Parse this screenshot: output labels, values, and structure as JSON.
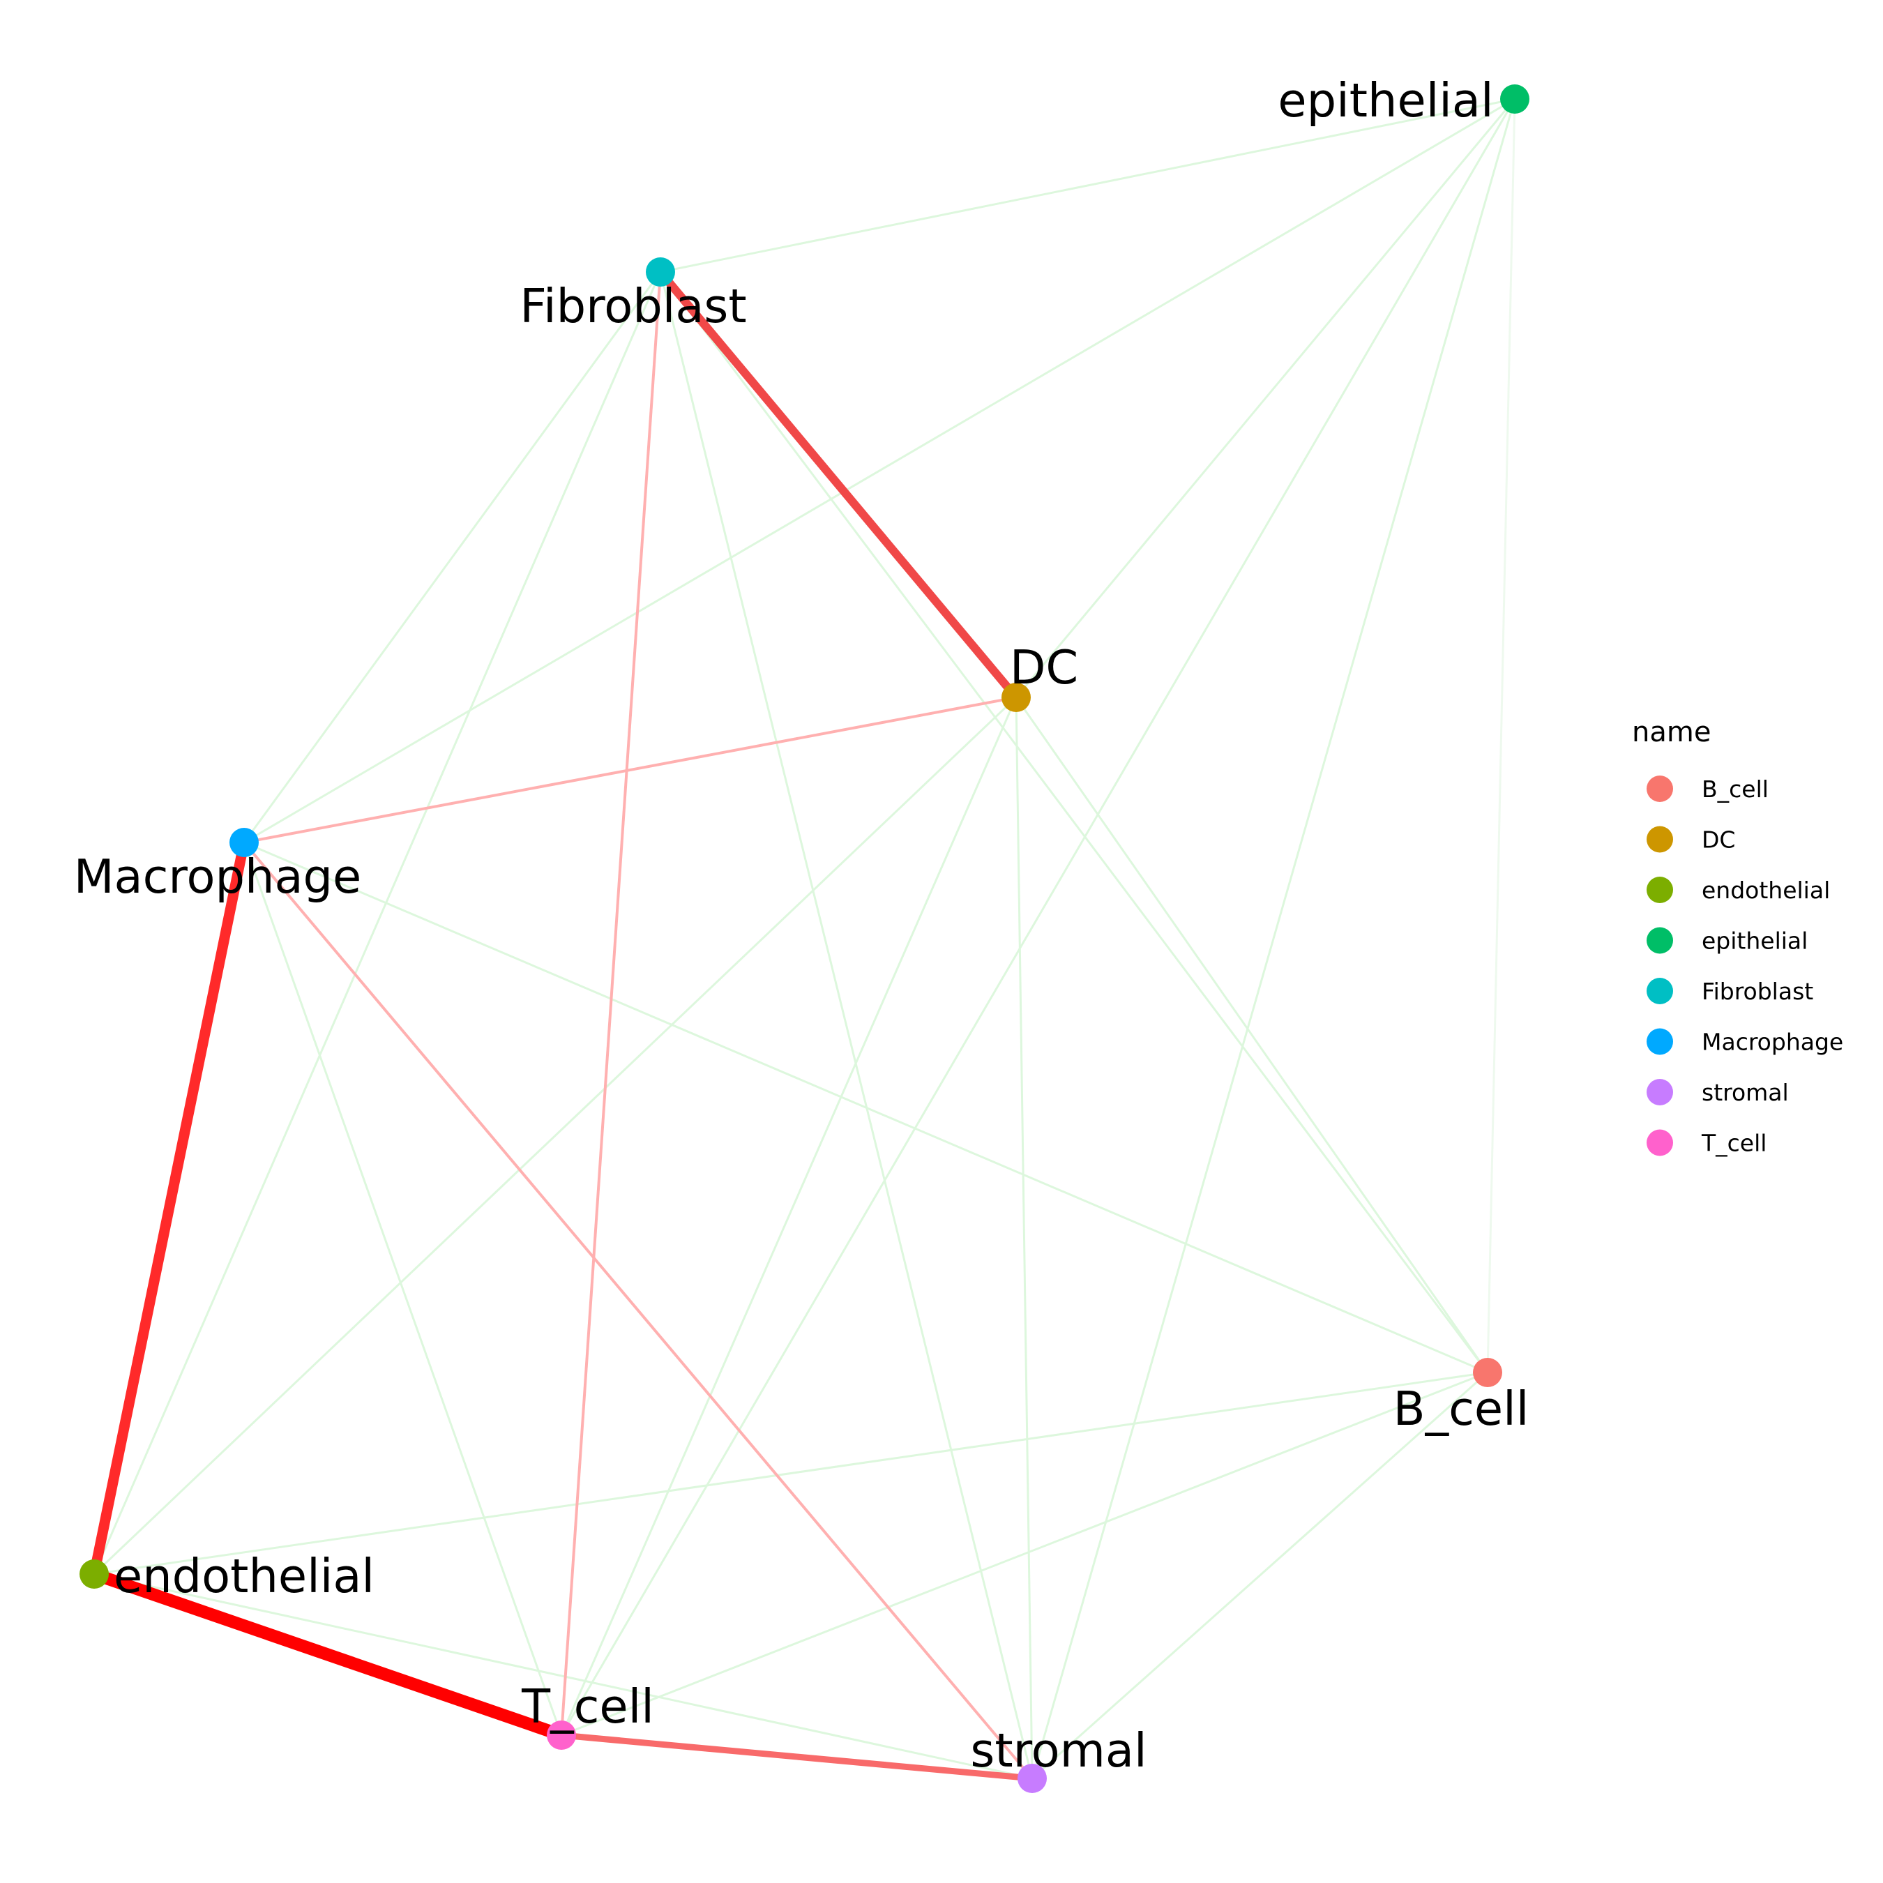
{
  "chart_data": {
    "type": "network",
    "nodes": [
      {
        "id": "B_cell",
        "label": "B_cell",
        "color": "#F8766D"
      },
      {
        "id": "DC",
        "label": "DC",
        "color": "#CD9600"
      },
      {
        "id": "endothelial",
        "label": "endothelial",
        "color": "#7CAE00"
      },
      {
        "id": "epithelial",
        "label": "epithelial",
        "color": "#00BE67"
      },
      {
        "id": "Fibroblast",
        "label": "Fibroblast",
        "color": "#00BFC4"
      },
      {
        "id": "Macrophage",
        "label": "Macrophage",
        "color": "#00A9FF"
      },
      {
        "id": "stromal",
        "label": "stromal",
        "color": "#C77CFF"
      },
      {
        "id": "T_cell",
        "label": "T_cell",
        "color": "#FF61CC"
      }
    ],
    "edges": [
      {
        "source": "endothelial",
        "target": "T_cell",
        "strength": "strong",
        "color": "#FF0000"
      },
      {
        "source": "Macrophage",
        "target": "endothelial",
        "strength": "strong",
        "color": "#FF2A2A"
      },
      {
        "source": "Fibroblast",
        "target": "DC",
        "strength": "strong",
        "color": "#F04848"
      },
      {
        "source": "T_cell",
        "target": "stromal",
        "strength": "medium",
        "color": "#F86A6A"
      },
      {
        "source": "Fibroblast",
        "target": "T_cell",
        "strength": "weak",
        "color": "#FFB0B0"
      },
      {
        "source": "DC",
        "target": "Macrophage",
        "strength": "weak",
        "color": "#FFB0B0"
      },
      {
        "source": "Macrophage",
        "target": "stromal",
        "strength": "weak",
        "color": "#FFB0B0"
      },
      {
        "source": "Fibroblast",
        "target": "epithelial",
        "strength": "faint",
        "color": "#DDF7DD"
      },
      {
        "source": "Fibroblast",
        "target": "Macrophage",
        "strength": "faint",
        "color": "#DDF7DD"
      },
      {
        "source": "Fibroblast",
        "target": "endothelial",
        "strength": "faint",
        "color": "#DDF7DD"
      },
      {
        "source": "Fibroblast",
        "target": "stromal",
        "strength": "faint",
        "color": "#DDF7DD"
      },
      {
        "source": "Fibroblast",
        "target": "B_cell",
        "strength": "faint",
        "color": "#DDF7DD"
      },
      {
        "source": "epithelial",
        "target": "Macrophage",
        "strength": "faint",
        "color": "#DDF7DD"
      },
      {
        "source": "epithelial",
        "target": "DC",
        "strength": "faint",
        "color": "#DDF7DD"
      },
      {
        "source": "epithelial",
        "target": "stromal",
        "strength": "faint",
        "color": "#DDF7DD"
      },
      {
        "source": "epithelial",
        "target": "T_cell",
        "strength": "faint",
        "color": "#DDF7DD"
      },
      {
        "source": "epithelial",
        "target": "B_cell",
        "strength": "faint",
        "color": "#EEF9EE"
      },
      {
        "source": "DC",
        "target": "B_cell",
        "strength": "faint",
        "color": "#DDF7DD"
      },
      {
        "source": "DC",
        "target": "stromal",
        "strength": "faint",
        "color": "#DDF7DD"
      },
      {
        "source": "DC",
        "target": "T_cell",
        "strength": "faint",
        "color": "#DDF7DD"
      },
      {
        "source": "DC",
        "target": "endothelial",
        "strength": "faint",
        "color": "#DDF7DD"
      },
      {
        "source": "Macrophage",
        "target": "B_cell",
        "strength": "faint",
        "color": "#DDF7DD"
      },
      {
        "source": "Macrophage",
        "target": "T_cell",
        "strength": "faint",
        "color": "#DDF7DD"
      },
      {
        "source": "endothelial",
        "target": "B_cell",
        "strength": "faint",
        "color": "#DDF7DD"
      },
      {
        "source": "endothelial",
        "target": "stromal",
        "strength": "faint",
        "color": "#DDF7DD"
      },
      {
        "source": "T_cell",
        "target": "B_cell",
        "strength": "faint",
        "color": "#DDF7DD"
      },
      {
        "source": "stromal",
        "target": "B_cell",
        "strength": "faint",
        "color": "#DDF7DD"
      }
    ],
    "legend": {
      "title": "name",
      "placement": "right",
      "items": [
        {
          "label": "B_cell",
          "color": "#F8766D"
        },
        {
          "label": "DC",
          "color": "#CD9600"
        },
        {
          "label": "endothelial",
          "color": "#7CAE00"
        },
        {
          "label": "epithelial",
          "color": "#00BE67"
        },
        {
          "label": "Fibroblast",
          "color": "#00BFC4"
        },
        {
          "label": "Macrophage",
          "color": "#00A9FF"
        },
        {
          "label": "stromal",
          "color": "#C77CFF"
        },
        {
          "label": "T_cell",
          "color": "#FF61CC"
        }
      ]
    }
  }
}
